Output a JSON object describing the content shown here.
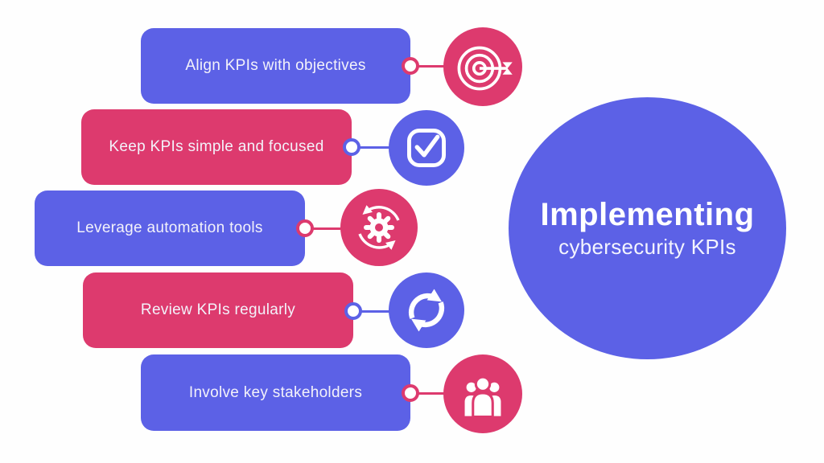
{
  "colors": {
    "blue": "#5C61E6",
    "pink": "#DD3A6E",
    "bg": "#FEFEFE",
    "text": "#F3F2FA"
  },
  "title": {
    "heading": "Implementing",
    "subheading": "cybersecurity KPIs"
  },
  "items": [
    {
      "label": "Align KPIs with objectives",
      "pill_color": "blue",
      "icon_color": "pink",
      "icon": "target-icon"
    },
    {
      "label": "Keep KPIs simple and focused",
      "pill_color": "pink",
      "icon_color": "blue",
      "icon": "checkbox-icon"
    },
    {
      "label": "Leverage automation tools",
      "pill_color": "blue",
      "icon_color": "pink",
      "icon": "automation-gear-icon"
    },
    {
      "label": "Review KPIs regularly",
      "pill_color": "pink",
      "icon_color": "blue",
      "icon": "refresh-icon"
    },
    {
      "label": "Involve key stakeholders",
      "pill_color": "blue",
      "icon_color": "pink",
      "icon": "people-icon"
    }
  ]
}
